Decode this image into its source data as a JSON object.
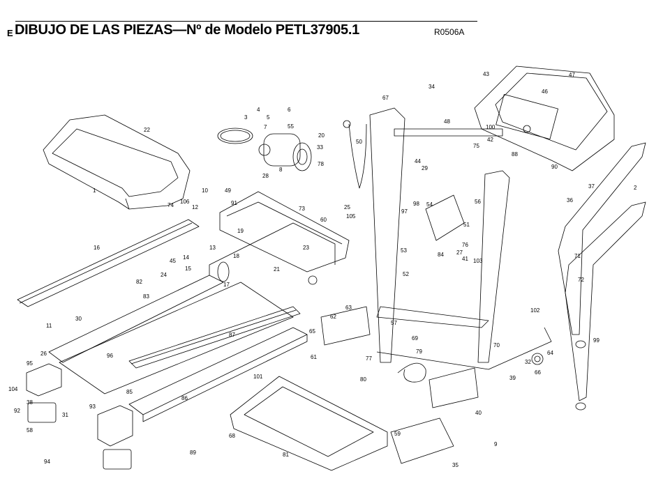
{
  "header": {
    "lang_marker": "E",
    "title": "DIBUJO DE LAS PIEZAS—Nº de Modelo PETL37905.1",
    "code": "R0506A"
  },
  "parts": [
    {
      "id": "p1",
      "label": "1"
    },
    {
      "id": "p2",
      "label": "2"
    },
    {
      "id": "p3",
      "label": "3"
    },
    {
      "id": "p4",
      "label": "4"
    },
    {
      "id": "p5",
      "label": "5"
    },
    {
      "id": "p6",
      "label": "6"
    },
    {
      "id": "p7",
      "label": "7"
    },
    {
      "id": "p8",
      "label": "8"
    },
    {
      "id": "p9",
      "label": "9"
    },
    {
      "id": "p10",
      "label": "10"
    },
    {
      "id": "p11",
      "label": "11"
    },
    {
      "id": "p12",
      "label": "12"
    },
    {
      "id": "p13",
      "label": "13"
    },
    {
      "id": "p14",
      "label": "14"
    },
    {
      "id": "p15",
      "label": "15"
    },
    {
      "id": "p16",
      "label": "16"
    },
    {
      "id": "p17",
      "label": "17"
    },
    {
      "id": "p18",
      "label": "18"
    },
    {
      "id": "p19",
      "label": "19"
    },
    {
      "id": "p20",
      "label": "20"
    },
    {
      "id": "p21",
      "label": "21"
    },
    {
      "id": "p22",
      "label": "22"
    },
    {
      "id": "p23",
      "label": "23"
    },
    {
      "id": "p24",
      "label": "24"
    },
    {
      "id": "p25",
      "label": "25"
    },
    {
      "id": "p26",
      "label": "26"
    },
    {
      "id": "p27",
      "label": "27"
    },
    {
      "id": "p28",
      "label": "28"
    },
    {
      "id": "p29",
      "label": "29"
    },
    {
      "id": "p30",
      "label": "30"
    },
    {
      "id": "p31",
      "label": "31"
    },
    {
      "id": "p32",
      "label": "32"
    },
    {
      "id": "p33",
      "label": "33"
    },
    {
      "id": "p34",
      "label": "34"
    },
    {
      "id": "p35",
      "label": "35"
    },
    {
      "id": "p36",
      "label": "36"
    },
    {
      "id": "p37",
      "label": "37"
    },
    {
      "id": "p38",
      "label": "38"
    },
    {
      "id": "p39",
      "label": "39"
    },
    {
      "id": "p40",
      "label": "40"
    },
    {
      "id": "p41",
      "label": "41"
    },
    {
      "id": "p42",
      "label": "42"
    },
    {
      "id": "p43",
      "label": "43"
    },
    {
      "id": "p44",
      "label": "44"
    },
    {
      "id": "p45",
      "label": "45"
    },
    {
      "id": "p46",
      "label": "46"
    },
    {
      "id": "p47",
      "label": "47"
    },
    {
      "id": "p48",
      "label": "48"
    },
    {
      "id": "p49",
      "label": "49"
    },
    {
      "id": "p50",
      "label": "50"
    },
    {
      "id": "p51",
      "label": "51"
    },
    {
      "id": "p52",
      "label": "52"
    },
    {
      "id": "p53",
      "label": "53"
    },
    {
      "id": "p54",
      "label": "54"
    },
    {
      "id": "p55",
      "label": "55"
    },
    {
      "id": "p56",
      "label": "56"
    },
    {
      "id": "p57",
      "label": "57"
    },
    {
      "id": "p58",
      "label": "58"
    },
    {
      "id": "p59",
      "label": "59"
    },
    {
      "id": "p60",
      "label": "60"
    },
    {
      "id": "p61",
      "label": "61"
    },
    {
      "id": "p62",
      "label": "62"
    },
    {
      "id": "p63",
      "label": "63"
    },
    {
      "id": "p64",
      "label": "64"
    },
    {
      "id": "p65",
      "label": "65"
    },
    {
      "id": "p66",
      "label": "66"
    },
    {
      "id": "p67",
      "label": "67"
    },
    {
      "id": "p68",
      "label": "68"
    },
    {
      "id": "p69",
      "label": "69"
    },
    {
      "id": "p70",
      "label": "70"
    },
    {
      "id": "p71",
      "label": "71"
    },
    {
      "id": "p72",
      "label": "72"
    },
    {
      "id": "p73",
      "label": "73"
    },
    {
      "id": "p74",
      "label": "74"
    },
    {
      "id": "p75",
      "label": "75"
    },
    {
      "id": "p76",
      "label": "76"
    },
    {
      "id": "p77",
      "label": "77"
    },
    {
      "id": "p78",
      "label": "78"
    },
    {
      "id": "p79",
      "label": "79"
    },
    {
      "id": "p80",
      "label": "80"
    },
    {
      "id": "p81",
      "label": "81"
    },
    {
      "id": "p82",
      "label": "82"
    },
    {
      "id": "p83",
      "label": "83"
    },
    {
      "id": "p84",
      "label": "84"
    },
    {
      "id": "p85",
      "label": "85"
    },
    {
      "id": "p86",
      "label": "86"
    },
    {
      "id": "p87",
      "label": "87"
    },
    {
      "id": "p88",
      "label": "88"
    },
    {
      "id": "p89",
      "label": "89"
    },
    {
      "id": "p90",
      "label": "90"
    },
    {
      "id": "p91",
      "label": "91"
    },
    {
      "id": "p92",
      "label": "92"
    },
    {
      "id": "p93",
      "label": "93"
    },
    {
      "id": "p94",
      "label": "94"
    },
    {
      "id": "p95",
      "label": "95"
    },
    {
      "id": "p96",
      "label": "96"
    },
    {
      "id": "p97",
      "label": "97"
    },
    {
      "id": "p98",
      "label": "98"
    },
    {
      "id": "p99",
      "label": "99"
    },
    {
      "id": "p100",
      "label": "100"
    },
    {
      "id": "p101",
      "label": "101"
    },
    {
      "id": "p102",
      "label": "102"
    },
    {
      "id": "p103",
      "label": "103"
    },
    {
      "id": "p104",
      "label": "104"
    },
    {
      "id": "p105",
      "label": "105"
    },
    {
      "id": "p106",
      "label": "106"
    }
  ]
}
